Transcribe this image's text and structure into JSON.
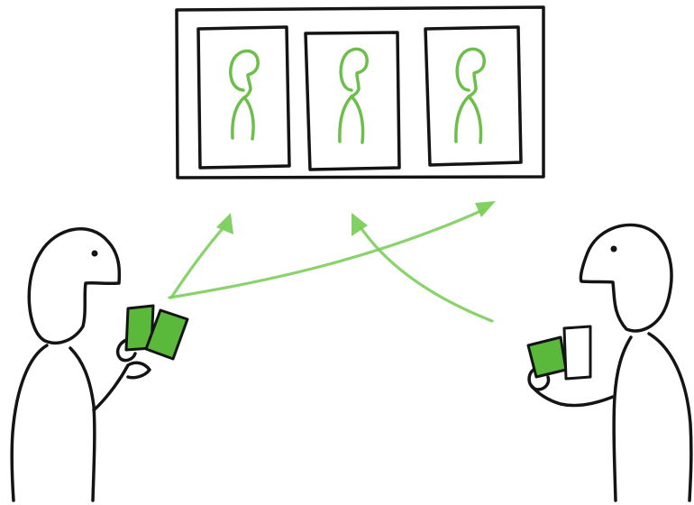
{
  "colors": {
    "ink": "#141414",
    "accent_green": "#5ab83a",
    "arrow_green": "#7ccd5c",
    "background": "#ffffff"
  },
  "board": {
    "panel_count": 3,
    "panel_icon": "person-silhouette-icon"
  },
  "people": [
    {
      "side": "left",
      "holding_cards": 2,
      "card_colors": [
        "green",
        "green"
      ]
    },
    {
      "side": "right",
      "holding_cards": 2,
      "card_colors": [
        "green",
        "white"
      ]
    }
  ],
  "arrows": [
    {
      "from": "left-person",
      "to": "board-panel-1"
    },
    {
      "from": "left-person",
      "to": "board-panel-3"
    },
    {
      "from": "right-person",
      "to": "board-panel-2"
    }
  ]
}
